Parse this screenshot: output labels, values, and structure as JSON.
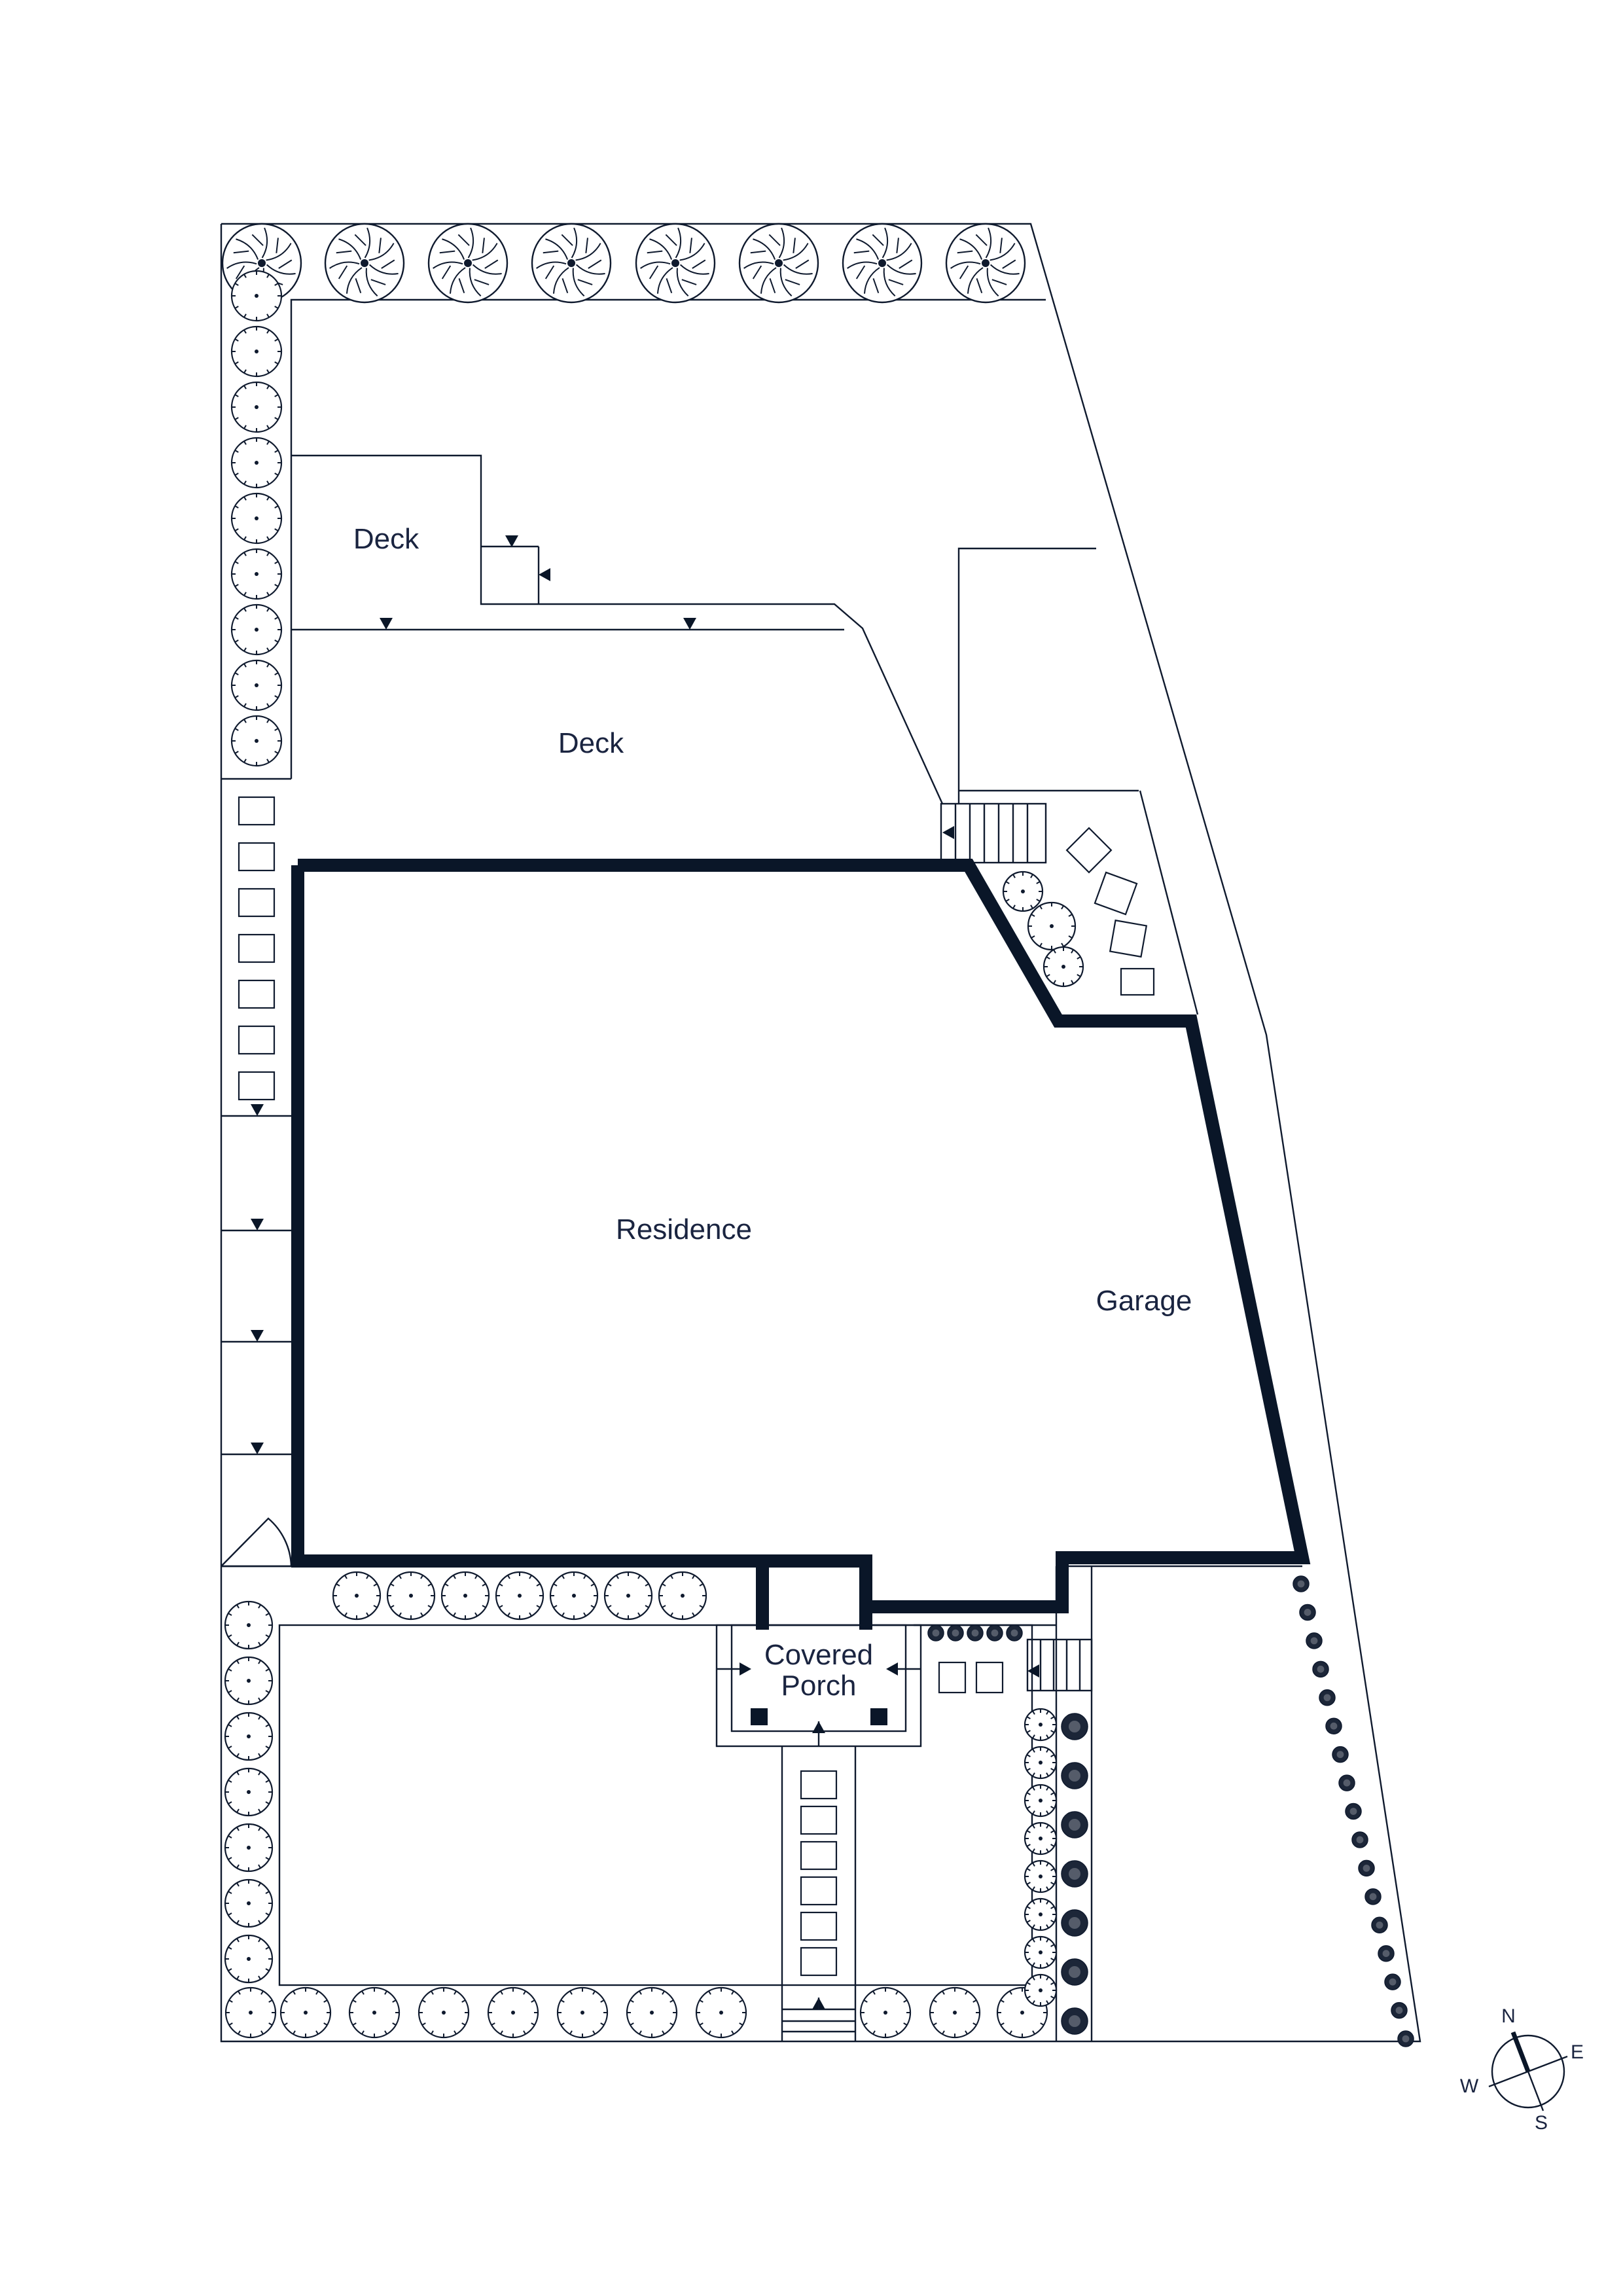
{
  "rooms": {
    "deck_upper": "Deck",
    "deck_lower": "Deck",
    "residence": "Residence",
    "garage": "Garage",
    "covered_porch_line1": "Covered",
    "covered_porch_line2": "Porch"
  },
  "compass": {
    "north": "N",
    "east": "E",
    "south": "S",
    "west": "W"
  },
  "legend_icons": [
    "deciduous-tree-icon",
    "shrub-icon",
    "dark-shrub-icon",
    "paver-icon",
    "step-arrow-icon",
    "compass-icon"
  ],
  "colors": {
    "line": "#0f1a2e",
    "wall": "#0a1628",
    "text": "#1a2440",
    "background": "#ffffff"
  }
}
